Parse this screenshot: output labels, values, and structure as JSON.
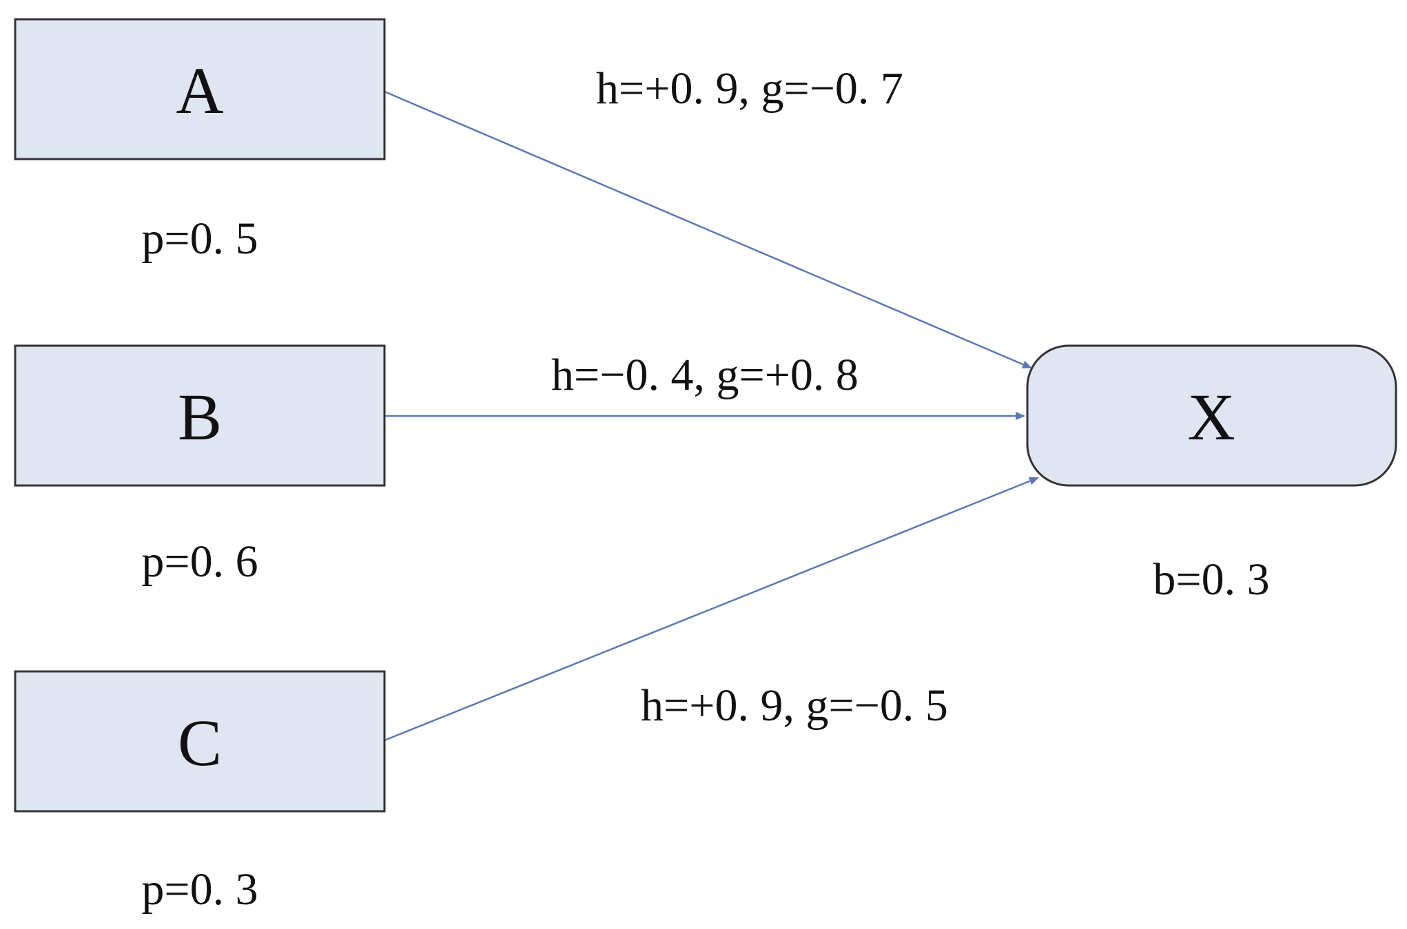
{
  "nodes": [
    {
      "id": "A",
      "label": "A",
      "param": "p=0. 5"
    },
    {
      "id": "B",
      "label": "B",
      "param": "p=0. 6"
    },
    {
      "id": "C",
      "label": "C",
      "param": "p=0. 3"
    }
  ],
  "target": {
    "id": "X",
    "label": "X",
    "param": "b=0. 3"
  },
  "edges": [
    {
      "from": "A",
      "to": "X",
      "label": "h=+0. 9, g=−0. 7"
    },
    {
      "from": "B",
      "to": "X",
      "label": "h=−0. 4, g=+0. 8"
    },
    {
      "from": "C",
      "to": "X",
      "label": "h=+0. 9, g=−0. 5"
    }
  ],
  "colors": {
    "node_fill": "#dfe6f2",
    "node_stroke": "#333333",
    "edge": "#5b78b5"
  }
}
